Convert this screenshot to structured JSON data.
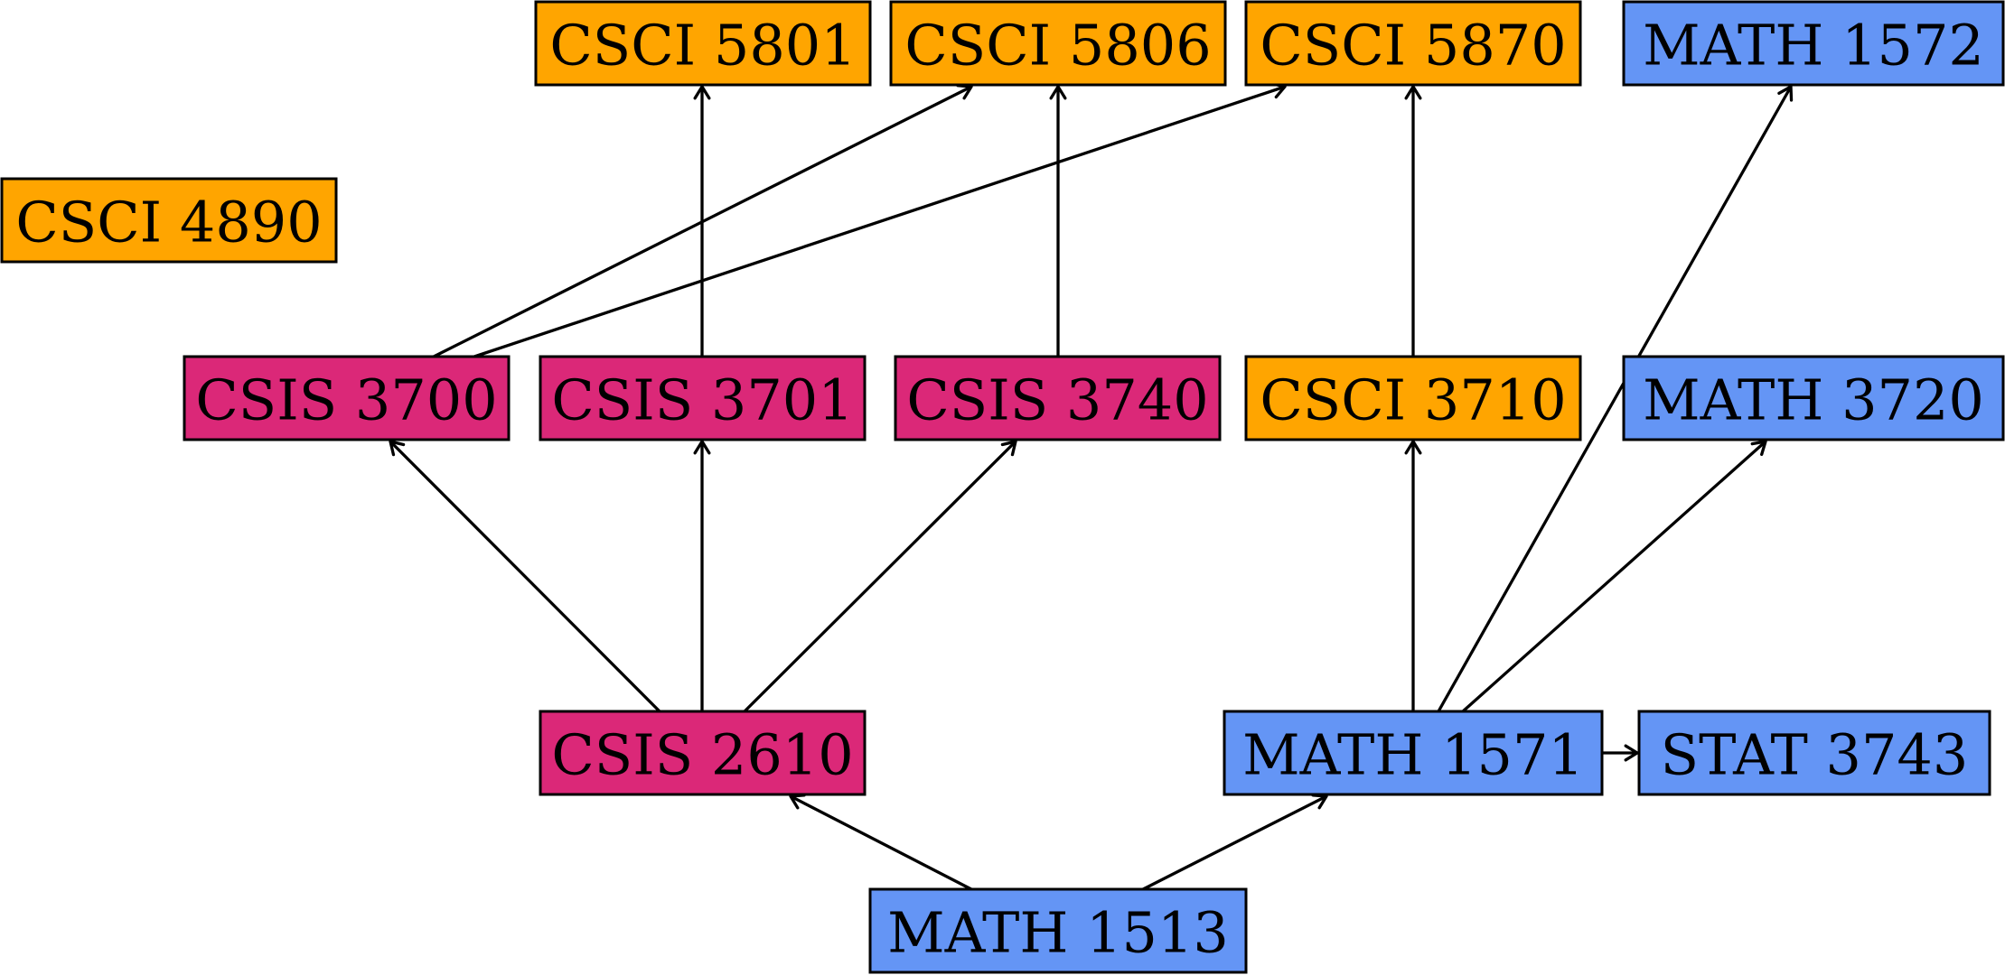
{
  "colors": {
    "orange": "#FFA500",
    "magenta": "#DB2878",
    "blue": "#6495F5",
    "edge": "#000000"
  },
  "nodes": [
    {
      "id": "csci5801",
      "label": "CSCI 5801",
      "color": "orange"
    },
    {
      "id": "csci5806",
      "label": "CSCI 5806",
      "color": "orange"
    },
    {
      "id": "csci5870",
      "label": "CSCI 5870",
      "color": "orange"
    },
    {
      "id": "math1572",
      "label": "MATH 1572",
      "color": "blue"
    },
    {
      "id": "csci4890",
      "label": "CSCI 4890",
      "color": "orange"
    },
    {
      "id": "csis3700",
      "label": "CSIS 3700",
      "color": "magenta"
    },
    {
      "id": "csis3701",
      "label": "CSIS 3701",
      "color": "magenta"
    },
    {
      "id": "csis3740",
      "label": "CSIS 3740",
      "color": "magenta"
    },
    {
      "id": "csci3710",
      "label": "CSCI 3710",
      "color": "orange"
    },
    {
      "id": "math3720",
      "label": "MATH 3720",
      "color": "blue"
    },
    {
      "id": "csis2610",
      "label": "CSIS 2610",
      "color": "magenta"
    },
    {
      "id": "math1571",
      "label": "MATH 1571",
      "color": "blue"
    },
    {
      "id": "stat3743",
      "label": "STAT 3743",
      "color": "blue"
    },
    {
      "id": "math1513",
      "label": "MATH 1513",
      "color": "blue"
    }
  ],
  "edges": [
    {
      "from": "math1513",
      "to": "csis2610"
    },
    {
      "from": "math1513",
      "to": "math1571"
    },
    {
      "from": "csis2610",
      "to": "csis3700"
    },
    {
      "from": "csis2610",
      "to": "csis3701"
    },
    {
      "from": "csis2610",
      "to": "csis3740"
    },
    {
      "from": "math1571",
      "to": "csci3710"
    },
    {
      "from": "math1571",
      "to": "math3720"
    },
    {
      "from": "math1571",
      "to": "math1572"
    },
    {
      "from": "math1571",
      "to": "stat3743"
    },
    {
      "from": "csis3700",
      "to": "csci5806"
    },
    {
      "from": "csis3700",
      "to": "csci5870"
    },
    {
      "from": "csis3701",
      "to": "csci5801"
    },
    {
      "from": "csis3740",
      "to": "csci5806"
    },
    {
      "from": "csci3710",
      "to": "csci5870"
    }
  ]
}
